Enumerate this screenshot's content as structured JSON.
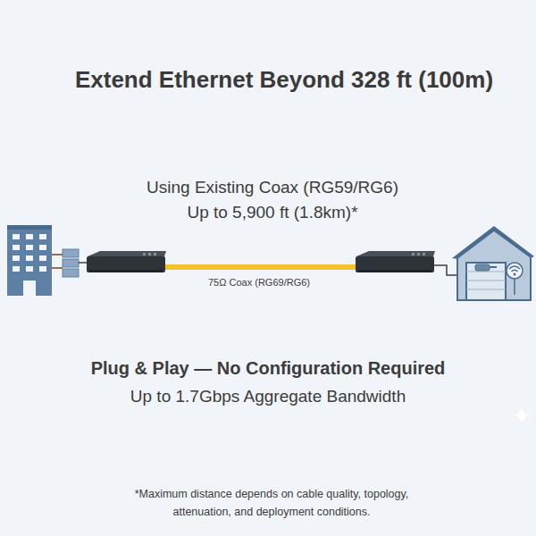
{
  "diagram": {
    "title": "Extend Ethernet Beyond 328 ft (100m)",
    "labels": [
      "Using Existing Coax (RG59/RG6)",
      "Up to 5,900 ft (1.8km)*",
      "75Ω Coax (RG69/RG6)",
      "Plug & Play — No Configuration Required",
      "Up to 1.7Gbps Aggregate Bandwidth",
      "*Maximum distance depends on cable quality, topology, attenuation, and deployment conditions."
    ]
  }
}
